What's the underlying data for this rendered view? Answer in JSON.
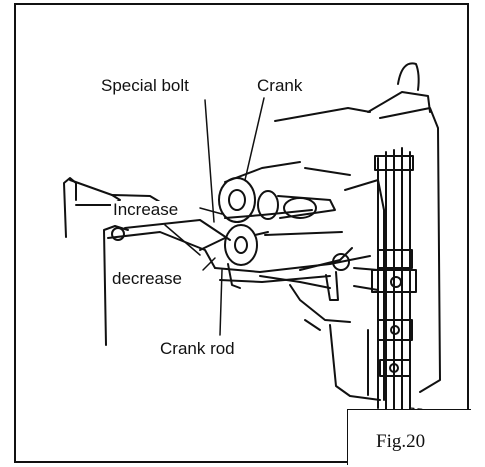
{
  "labels": {
    "special_bolt": "Special bolt",
    "crank": "Crank",
    "increase": "Increase",
    "decrease": "decrease",
    "crank_rod": "Crank rod"
  },
  "figure": {
    "caption": "Fig.20"
  }
}
